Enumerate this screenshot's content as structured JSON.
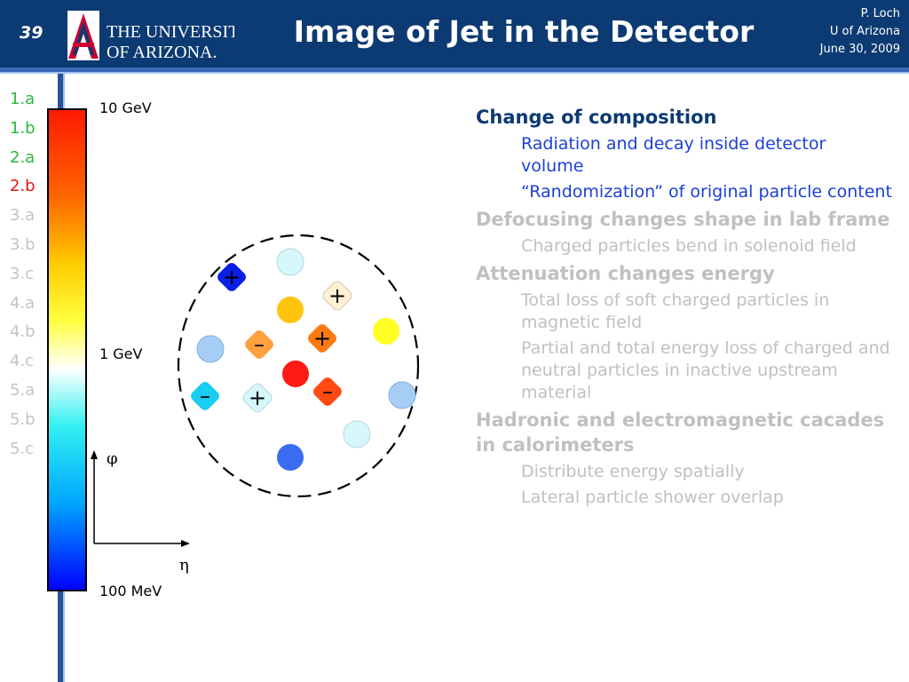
{
  "header": {
    "slide_number": "39",
    "title": "Image of Jet in the Detector",
    "author": "P. Loch",
    "affiliation": "U of Arizona",
    "date": "June 30, 2009",
    "logo_line1": "THE UNIVERSITY",
    "logo_line2": "OF ARIZONA."
  },
  "nav": [
    {
      "label": "1.a",
      "color": "#2db83d"
    },
    {
      "label": "1.b",
      "color": "#2db83d"
    },
    {
      "label": "2.a",
      "color": "#2db83d"
    },
    {
      "label": "2.b",
      "color": "#e3151a"
    },
    {
      "label": "3.a",
      "color": "#c4c4c4"
    },
    {
      "label": "3.b",
      "color": "#c4c4c4"
    },
    {
      "label": "3.c",
      "color": "#c4c4c4"
    },
    {
      "label": "4.a",
      "color": "#c4c4c4"
    },
    {
      "label": "4.b",
      "color": "#c4c4c4"
    },
    {
      "label": "4.c",
      "color": "#c4c4c4"
    },
    {
      "label": "5.a",
      "color": "#c4c4c4"
    },
    {
      "label": "5.b",
      "color": "#c4c4c4"
    },
    {
      "label": "5.c",
      "color": "#c4c4c4"
    }
  ],
  "colorbar": {
    "label_top": "10 GeV",
    "label_mid": "1 GeV",
    "label_bottom": "100 MeV"
  },
  "axes": {
    "y_symbol": "φ",
    "x_symbol": "η"
  },
  "markers": {
    "plus": "+",
    "minus": "–"
  },
  "content": {
    "sections": [
      {
        "heading": "Change of composition",
        "color": "#0c3a73",
        "sub_color": "#1c3fd6",
        "items": [
          "Radiation and decay inside detector volume",
          "“Randomization” of original particle content"
        ]
      },
      {
        "heading": "Defocusing changes shape in lab frame",
        "color": "#c0c0c0",
        "sub_color": "#c0c0c0",
        "items": [
          "Charged particles bend in solenoid field"
        ]
      },
      {
        "heading": "Attenuation changes energy",
        "color": "#c0c0c0",
        "sub_color": "#c0c0c0",
        "items": [
          "Total loss of soft charged particles in magnetic field",
          "Partial and total energy loss of charged and neutral particles in inactive upstream material"
        ]
      },
      {
        "heading": "Hadronic and electromagnetic cacades in calorimeters",
        "color": "#c0c0c0",
        "sub_color": "#c0c0c0",
        "items": [
          "Distribute energy spatially",
          "Lateral particle shower overlap"
        ]
      }
    ]
  },
  "colors": {
    "header_bg": "#0c3a73",
    "logo_red": "#cc0033",
    "logo_blue": "#0c3a73"
  }
}
